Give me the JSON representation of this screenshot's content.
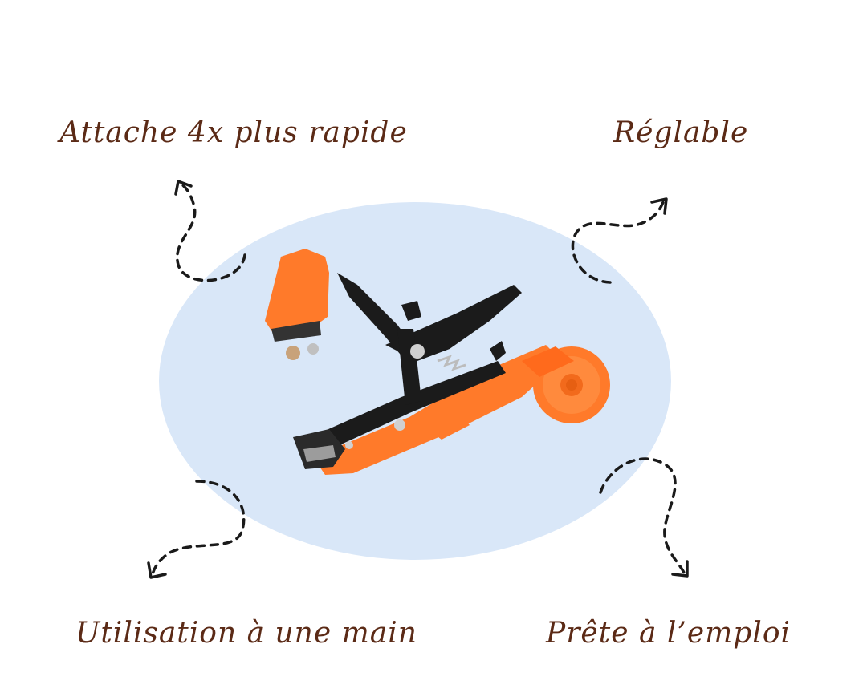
{
  "features": {
    "top_left": "Attache 4x plus rapide",
    "top_right": "Réglable",
    "bottom_left": "Utilisation à une main",
    "bottom_right": "Prête à l’emploi"
  },
  "colors": {
    "text": "#5b2a16",
    "blob": "#d9e7f8",
    "tool_orange": "#ff7a2a",
    "tool_dark": "#1b1b1b",
    "arrow": "#1a1a1a"
  },
  "icons": {
    "product": "tapetool-tying-tool-icon",
    "arrows": "dashed-curved-arrow-icon"
  }
}
